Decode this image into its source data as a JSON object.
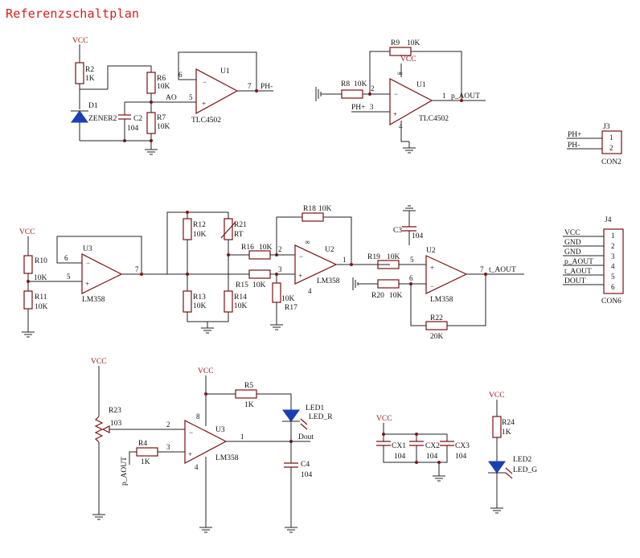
{
  "title": "Referenzschaltplan",
  "power": {
    "vcc": "VCC"
  },
  "block1": {
    "r2": "R2",
    "r2_val": "1K",
    "d1": "D1",
    "d1_val": "ZENER2",
    "c2": "C2",
    "c2_val": "104",
    "r6": "R6",
    "r6_val": "10K",
    "r7": "R7",
    "r7_val": "10K",
    "u1": "U1",
    "u1_part": "TLC4502",
    "ao": "AO",
    "pin5": "5",
    "pin6": "6",
    "pin7": "7",
    "out": "PH-"
  },
  "block2": {
    "r9": "R9",
    "r9_val": "10K",
    "r8": "R8",
    "r8_val": "10K",
    "u1": "U1",
    "u1_part": "TLC4502",
    "in": "PH+",
    "pin3": "3",
    "pin2": "2",
    "pin1": "1",
    "pin8": "8",
    "pin4": "4",
    "out": "p_AOUT"
  },
  "j3": {
    "ref": "J3",
    "part": "CON2",
    "pins": [
      "1",
      "2"
    ],
    "nets": [
      "PH+",
      "PH-"
    ]
  },
  "block3": {
    "r10": "R10",
    "r10_val": "10K",
    "r11": "R11",
    "r11_val": "10K",
    "u3": "U3",
    "u3_part": "LM358",
    "pin6": "6",
    "pin5": "5",
    "pin7": "7",
    "r12": "R12",
    "r12_val": "10K",
    "r21": "R21",
    "r21_val": "RT",
    "r13": "R13",
    "r13_val": "10K",
    "r14": "R14",
    "r14_val": "10K",
    "r16": "R16",
    "r16_val": "10K",
    "r15": "R15",
    "r15_val": "10K",
    "r18": "R18",
    "r18_val": "10K",
    "r17": "R17",
    "r17_val": "10K",
    "u2": "U2",
    "u2_part": "LM358",
    "u2_pin2": "2",
    "u2_pin3": "3",
    "u2_pin1": "1",
    "u2_pin8": "8",
    "u2_pin4": "4",
    "c3": "C3",
    "c3_val": "104",
    "r19": "R19",
    "r19_val": "10K",
    "r20": "R20",
    "r20_val": "10K",
    "u2b": "U2",
    "u2b_part": "LM358",
    "u2b_pin5": "5",
    "u2b_pin6": "6",
    "u2b_pin7": "7",
    "r22": "R22",
    "r22_val": "20K",
    "out": "t_AOUT"
  },
  "j4": {
    "ref": "J4",
    "part": "CON6",
    "pins": [
      "1",
      "2",
      "3",
      "4",
      "5",
      "6"
    ],
    "nets": [
      "VCC",
      "GND",
      "GND",
      "p_AOUT",
      "t_AOUT",
      "DOUT"
    ]
  },
  "block4": {
    "r23": "R23",
    "r23_val": "103",
    "r4": "R4",
    "r4_val": "1K",
    "in": "p_AOUT",
    "u3": "U3",
    "u3_part": "LM358",
    "pin2": "2",
    "pin3": "3",
    "pin1": "1",
    "pin8": "8",
    "pin4": "4",
    "r5": "R5",
    "r5_val": "1K",
    "led1": "LED1",
    "led1_val": "LED_R",
    "dout": "Dout",
    "c4": "C4",
    "c4_val": "104"
  },
  "decoupling": {
    "cx1": "CX1",
    "cx2": "CX2",
    "cx3": "CX3",
    "val": "104"
  },
  "led2_block": {
    "r24": "R24",
    "r24_val": "1K",
    "led2": "LED2",
    "led2_val": "LED_G"
  }
}
